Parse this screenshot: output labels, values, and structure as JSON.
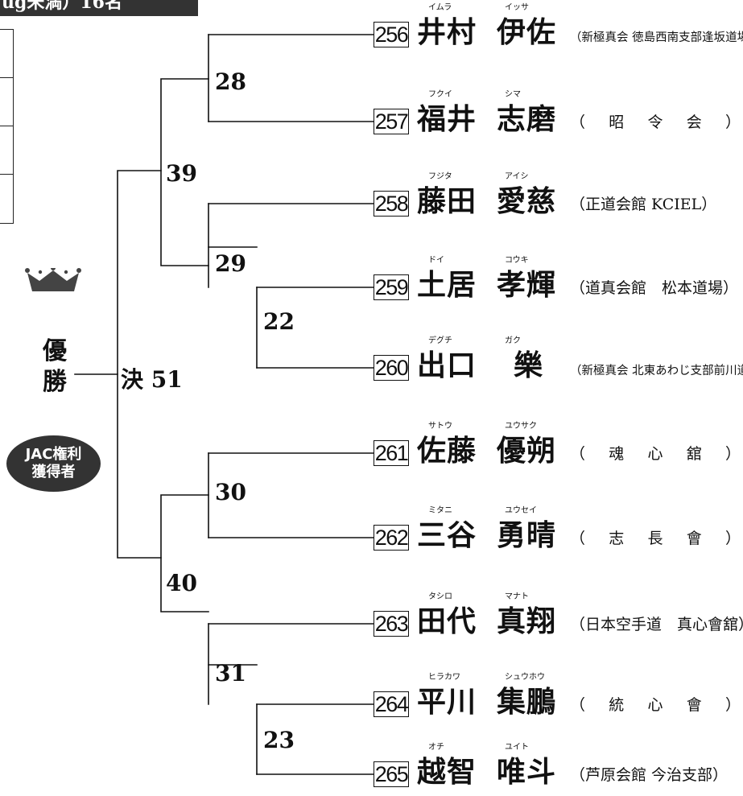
{
  "header": {
    "title": "ug未満）16名"
  },
  "winner": {
    "chars": [
      "優",
      "勝"
    ],
    "badge_line1": "JAC権利",
    "badge_line2": "獲得者"
  },
  "bracket": {
    "final": "決 51",
    "matches": [
      "28",
      "39",
      "29",
      "22",
      "30",
      "40",
      "31",
      "23"
    ]
  },
  "entries": [
    {
      "no": "256",
      "sei": "井村",
      "mei": "伊佐",
      "sei_kana": "イムラ",
      "mei_kana": "イッサ",
      "club": "（新極真会 徳島西南支部逢坂道場）"
    },
    {
      "no": "257",
      "sei": "福井",
      "mei": "志磨",
      "sei_kana": "フクイ",
      "mei_kana": "シマ",
      "club_parts": [
        "（",
        "昭",
        "令",
        "会",
        "）"
      ]
    },
    {
      "no": "258",
      "sei": "藤田",
      "mei": "愛慈",
      "sei_kana": "フジタ",
      "mei_kana": "アイシ",
      "club": "（正道会館 KCIEL）"
    },
    {
      "no": "259",
      "sei": "土居",
      "mei": "孝輝",
      "sei_kana": "ドイ",
      "mei_kana": "コウキ",
      "club": "（道真会館　松本道場）"
    },
    {
      "no": "260",
      "sei": "出口",
      "mei": "樂",
      "sei_kana": "デグチ",
      "mei_kana": "ガク",
      "club": "（新極真会 北東あわじ支部前川道場）"
    },
    {
      "no": "261",
      "sei": "佐藤",
      "mei": "優朔",
      "sei_kana": "サトウ",
      "mei_kana": "ユウサク",
      "club_parts": [
        "（",
        "魂",
        "心",
        "舘",
        "）"
      ]
    },
    {
      "no": "262",
      "sei": "三谷",
      "mei": "勇晴",
      "sei_kana": "ミタニ",
      "mei_kana": "ユウセイ",
      "club_parts": [
        "（",
        "志",
        "長",
        "會",
        "）"
      ]
    },
    {
      "no": "263",
      "sei": "田代",
      "mei": "真翔",
      "sei_kana": "タシロ",
      "mei_kana": "マナト",
      "club": "（日本空手道　真心會舘）"
    },
    {
      "no": "264",
      "sei": "平川",
      "mei": "集鵬",
      "sei_kana": "ヒラカワ",
      "mei_kana": "シュウホウ",
      "club_parts": [
        "（",
        "統",
        "心",
        "會",
        "）"
      ]
    },
    {
      "no": "265",
      "sei": "越智",
      "mei": "唯斗",
      "sei_kana": "オチ",
      "mei_kana": "ユイト",
      "club": "（芦原会館 今治支部）"
    }
  ]
}
